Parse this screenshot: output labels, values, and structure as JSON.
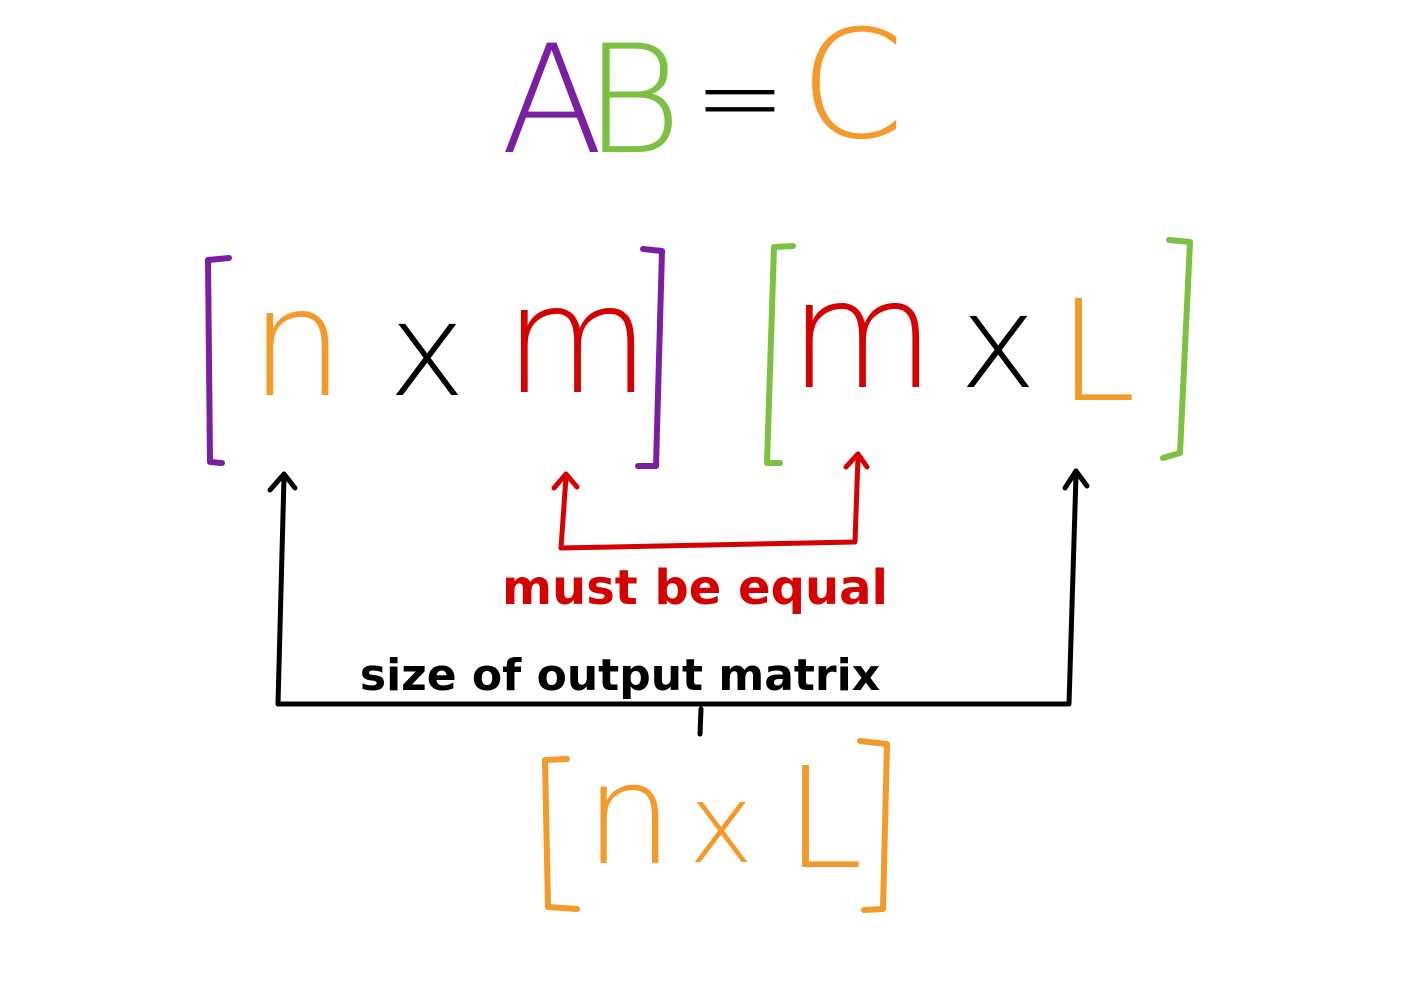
{
  "equation": {
    "a": "A",
    "b": "B",
    "equals": "=",
    "c": "C"
  },
  "matrix_a": {
    "rows": "n",
    "times": "x",
    "cols": "m"
  },
  "matrix_b": {
    "rows": "m",
    "times": "x",
    "cols": "L"
  },
  "result": {
    "rows": "n",
    "times": "x",
    "cols": "L"
  },
  "annotations": {
    "inner_match": "must be equal",
    "output_size": "size of output matrix"
  },
  "colors": {
    "purple": "#7B1FA2",
    "green": "#7CC142",
    "orange": "#F39A2B",
    "red": "#D50000",
    "black": "#000000"
  }
}
